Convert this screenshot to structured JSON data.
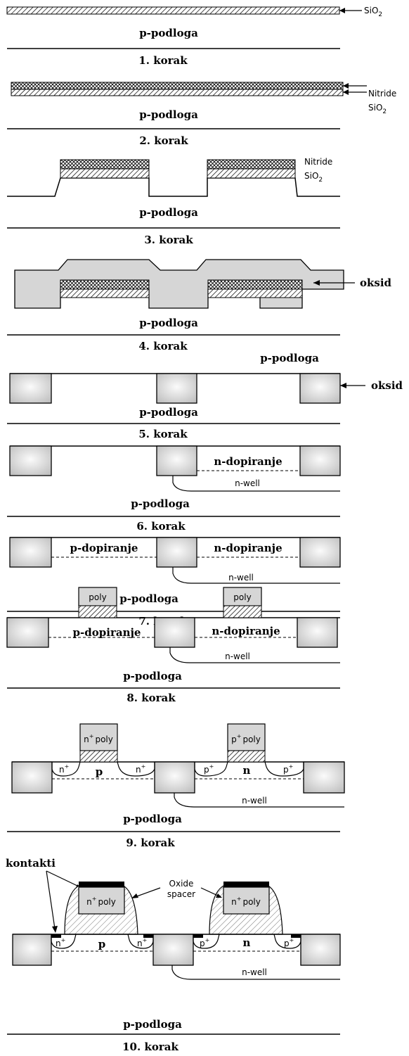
{
  "labels": {
    "sio2": "SiO",
    "sio2_sub": "2",
    "nitride": "Nitride",
    "substrate": "p-podloga",
    "oksid": "oksid",
    "n_doping": "n-dopiranje",
    "p_doping": "p-dopiranje",
    "n_well": "n-well",
    "poly": "poly",
    "n_plus": "n",
    "p_plus": "p",
    "plus": "+",
    "p_region": "p",
    "n_region": "n",
    "kontakti": "kontakti",
    "oxide_spacer_1": "Oxide",
    "oxide_spacer_2": "spacer"
  },
  "steps": [
    "1. korak",
    "2. korak",
    "3. korak",
    "4. korak",
    "5. korak",
    "6. korak",
    "7. korak",
    "8. korak",
    "9. korak",
    "10. korak"
  ],
  "colors": {
    "oxide_fill": "#d6d6d6",
    "line": "#000000",
    "contact": "#000000"
  }
}
